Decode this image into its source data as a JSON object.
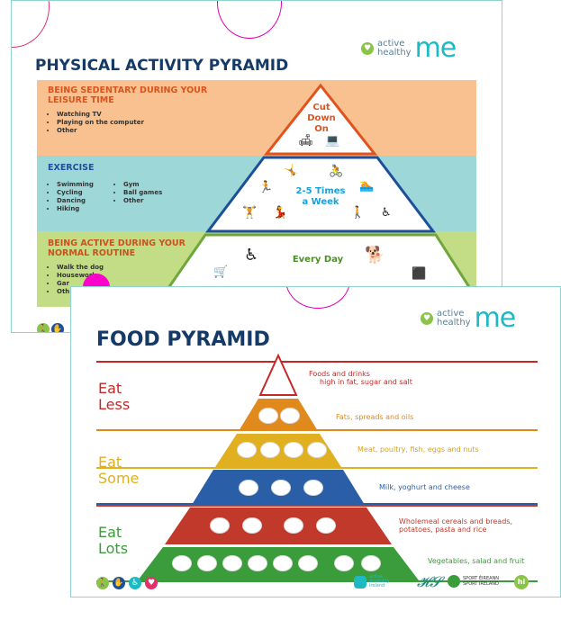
{
  "physical": {
    "title": "PHYSICAL ACTIVITY PYRAMID",
    "brand": {
      "active": "active",
      "healthy": "healthy",
      "me": "me"
    },
    "sedentary": {
      "heading": "BEING SEDENTARY DURING YOUR LEISURE TIME",
      "items": [
        "Watching TV",
        "Playing on the computer",
        "Other"
      ],
      "apex": [
        "Cut",
        "Down",
        "On"
      ]
    },
    "exercise": {
      "heading": "EXERCISE",
      "col1": [
        "Swimming",
        "Cycling",
        "Dancing",
        "Hiking"
      ],
      "col2": [
        "Gym",
        "Ball games",
        "Other"
      ],
      "freq": [
        "2-5 Times",
        "a Week"
      ]
    },
    "active": {
      "heading": "BEING ACTIVE DURING YOUR NORMAL ROUTINE",
      "items": [
        "Walk  the dog",
        "Housework",
        "Gar",
        "Oth"
      ],
      "freq": "Every Day"
    }
  },
  "food": {
    "title": "FOOD PYRAMID",
    "brand": {
      "active": "active",
      "healthy": "healthy",
      "me": "me"
    },
    "side": {
      "less": [
        "Eat",
        "Less"
      ],
      "some": [
        "Eat",
        "Some"
      ],
      "lots": [
        "Eat",
        "Lots"
      ]
    },
    "tiers": [
      {
        "label": [
          "Foods and drinks",
          "high in fat, sugar and salt"
        ],
        "color": "#c62828"
      },
      {
        "label": [
          "Fats, spreads and oils"
        ],
        "color": "#e08a1e"
      },
      {
        "label": [
          "Meat, poultry, fish, eggs and nuts"
        ],
        "color": "#e0b020"
      },
      {
        "label": [
          "Milk, yoghurt and cheese"
        ],
        "color": "#2a5fa8"
      },
      {
        "label": [
          "Wholemeal cereals and breads,",
          "potatoes, pasta and rice"
        ],
        "color": "#c0392b"
      },
      {
        "label": [
          "Vegetables, salad and fruit"
        ],
        "color": "#3a9c3a"
      }
    ],
    "footer_logos": [
      "active",
      "disability",
      "ireland",
      "SPORT ÉIREANN",
      "SPORT IRELAND",
      "hi"
    ]
  },
  "colors": {
    "navy": "#153a66",
    "teal_border": "#8fd3cd",
    "pink": "#ff00cc",
    "orange_band": "#f8c18f",
    "blue_band": "#9ed7d7",
    "green_band": "#c3dd86"
  }
}
